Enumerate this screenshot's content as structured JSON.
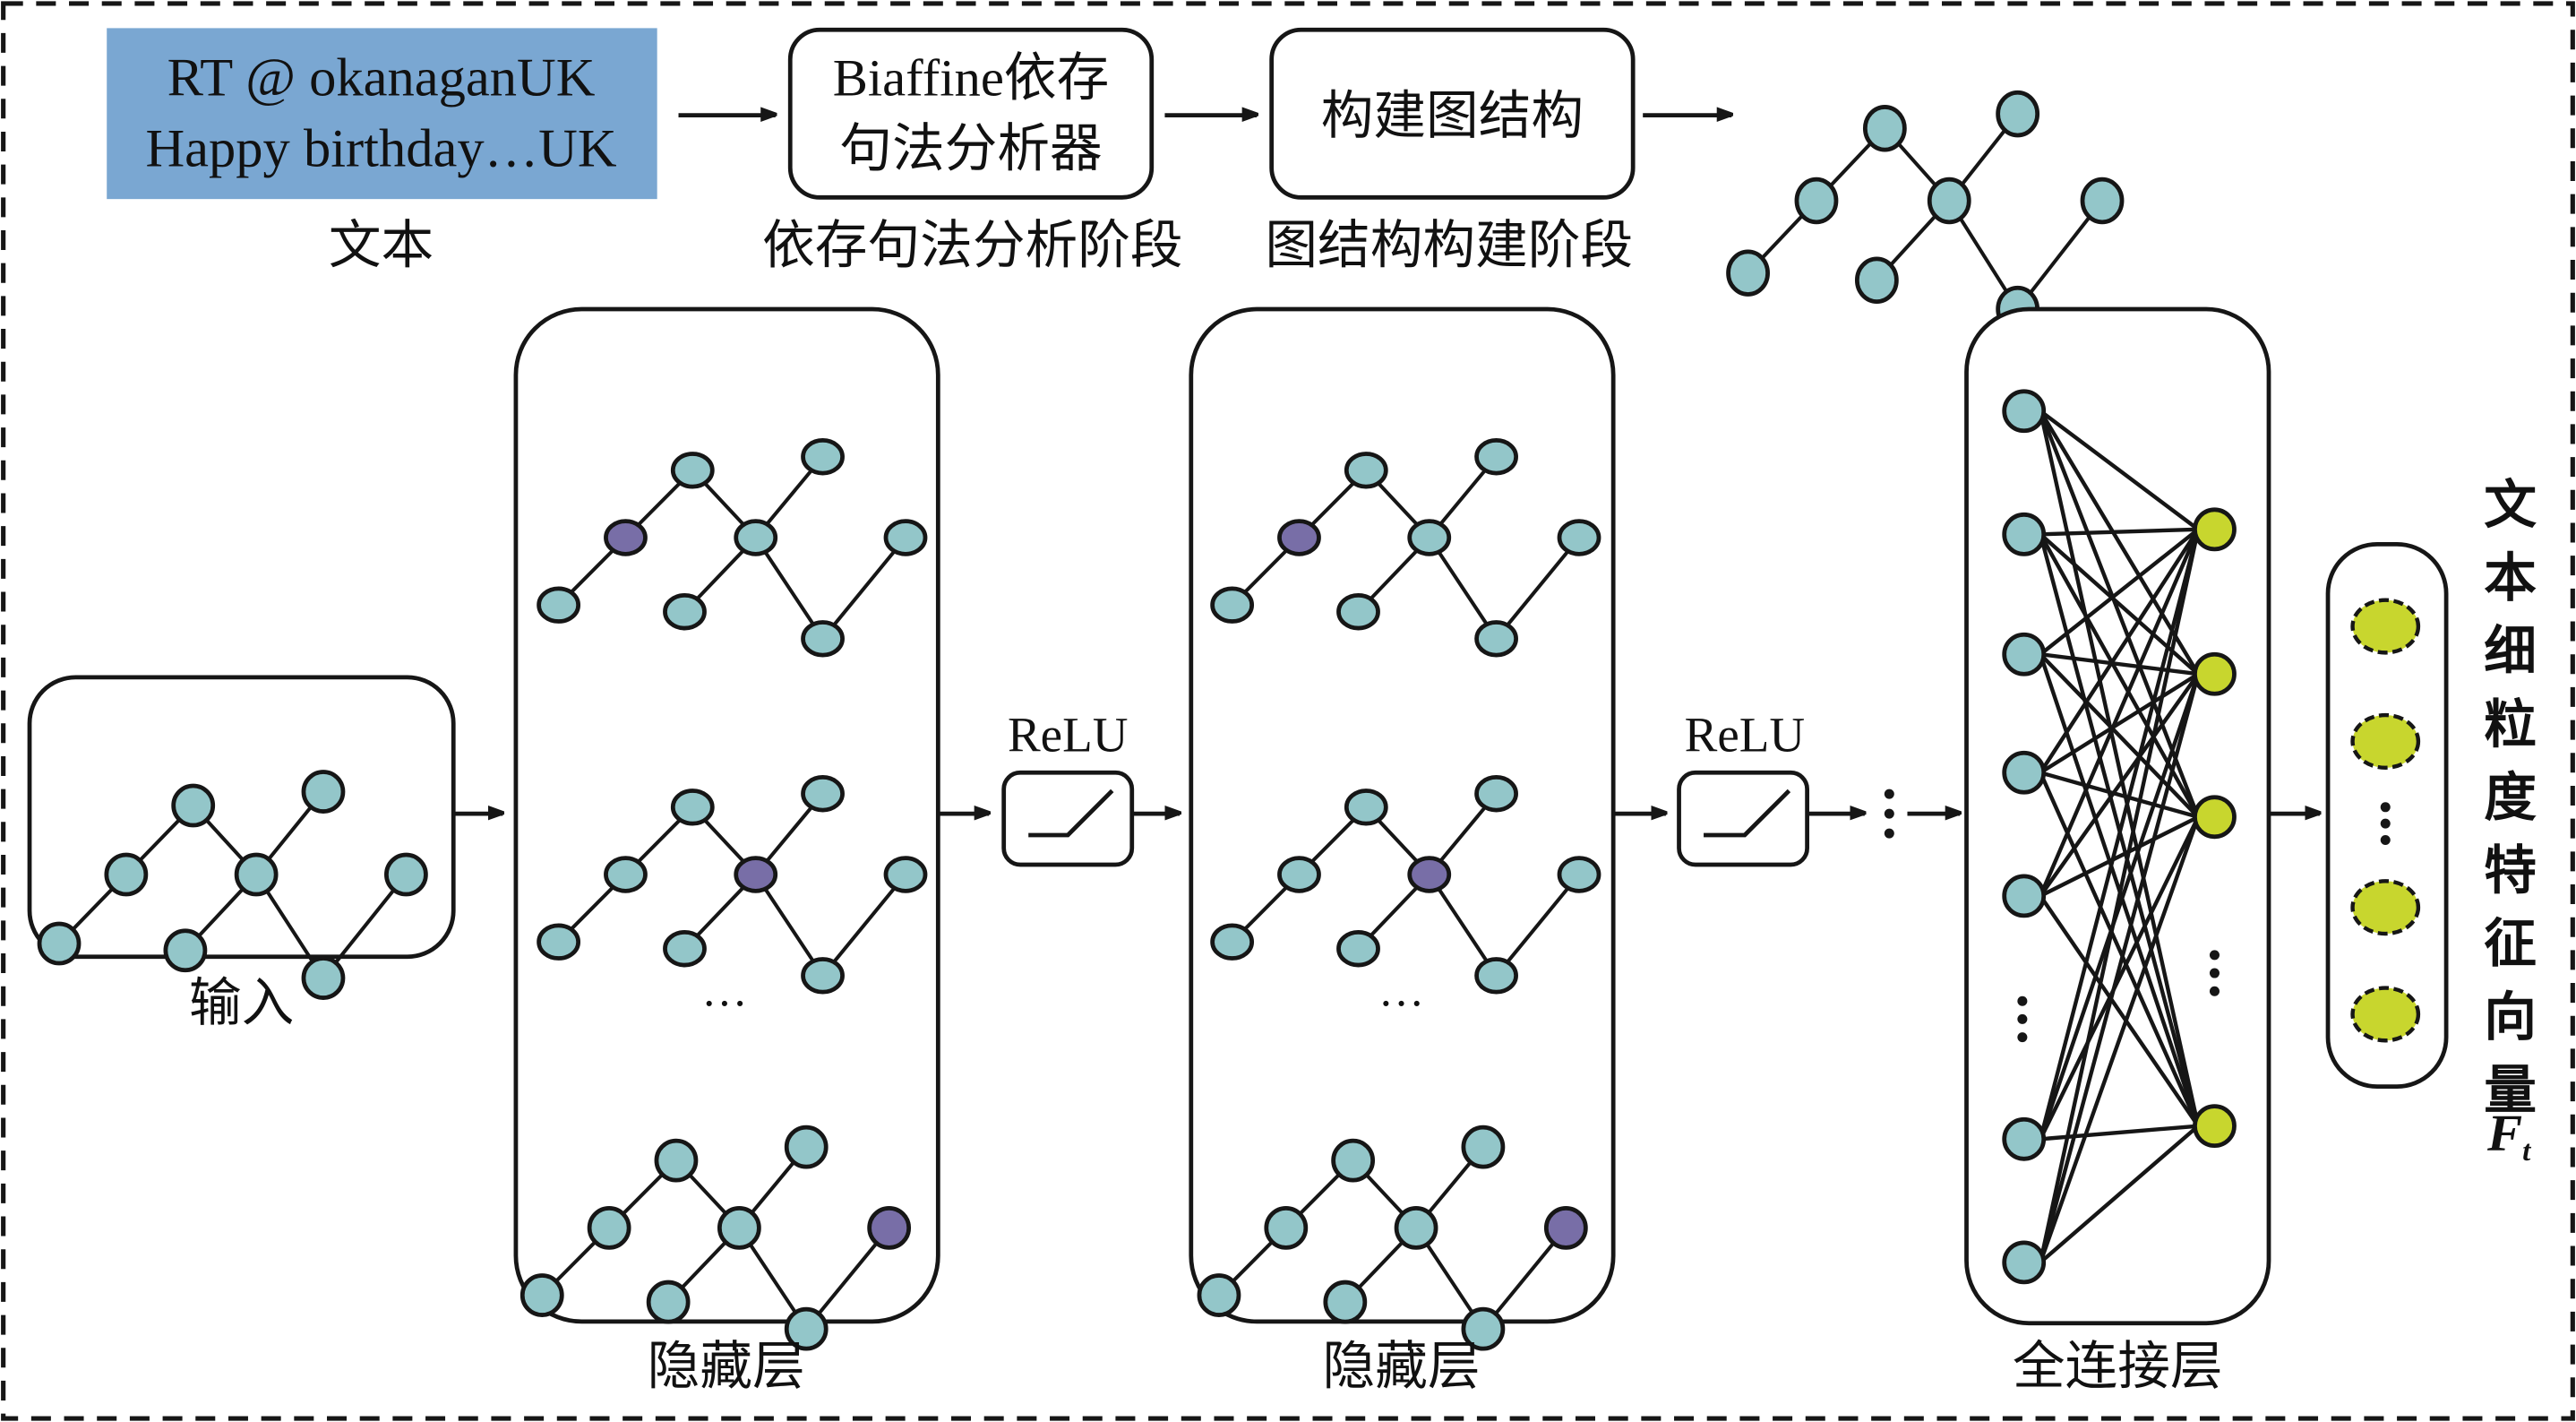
{
  "colors": {
    "node_default": "#93c6c9",
    "node_focus": "#786ea7",
    "node_output": "#c8d62e",
    "text_box_fill": "#7aa7d2",
    "stroke": "#161616"
  },
  "top_pipeline": {
    "text_box": {
      "line1": "RT @ okanaganUK",
      "line2": "Happy birthday…UK",
      "caption": "文本"
    },
    "parser_box": {
      "line1": "Biaffine依存",
      "line2": "句法分析器",
      "caption": "依存句法分析阶段"
    },
    "graph_box": {
      "label": "构建图结构",
      "caption": "图结构构建阶段"
    },
    "result_graph": "dependency-graph"
  },
  "graph_template": {
    "nodes": [
      "n1",
      "n2",
      "n3",
      "n4",
      "n5",
      "n6",
      "n7",
      "n8"
    ],
    "edges": [
      [
        "n1",
        "n2"
      ],
      [
        "n2",
        "n3"
      ],
      [
        "n3",
        "n5"
      ],
      [
        "n5",
        "n6"
      ],
      [
        "n4",
        "n5"
      ],
      [
        "n5",
        "n7"
      ],
      [
        "n7",
        "n8"
      ]
    ]
  },
  "input_block": {
    "caption": "输入"
  },
  "hidden_layers": [
    {
      "caption": "隐藏层",
      "ellipsis": "…",
      "subgraphs": [
        {
          "focus_node": "n2"
        },
        {
          "focus_node": "n5"
        },
        {
          "focus_node": "n8"
        }
      ]
    },
    {
      "caption": "隐藏层",
      "ellipsis": "…",
      "subgraphs": [
        {
          "focus_node": "n2"
        },
        {
          "focus_node": "n5"
        },
        {
          "focus_node": "n8"
        }
      ]
    }
  ],
  "activations": [
    {
      "label": "ReLU"
    },
    {
      "label": "ReLU"
    }
  ],
  "between_ellipsis": "⋮",
  "fc_layer": {
    "caption": "全连接层",
    "input_nodes_shown": 7,
    "output_nodes_shown": 4,
    "fully_connected": true,
    "ellipsis": "⋮"
  },
  "output_vector": {
    "nodes_shown": 4,
    "ellipsis": "⋮",
    "label_chars": [
      "文",
      "本",
      "细",
      "粒",
      "度",
      "特",
      "征",
      "向",
      "量"
    ],
    "symbol": "F",
    "subscript": "t"
  }
}
